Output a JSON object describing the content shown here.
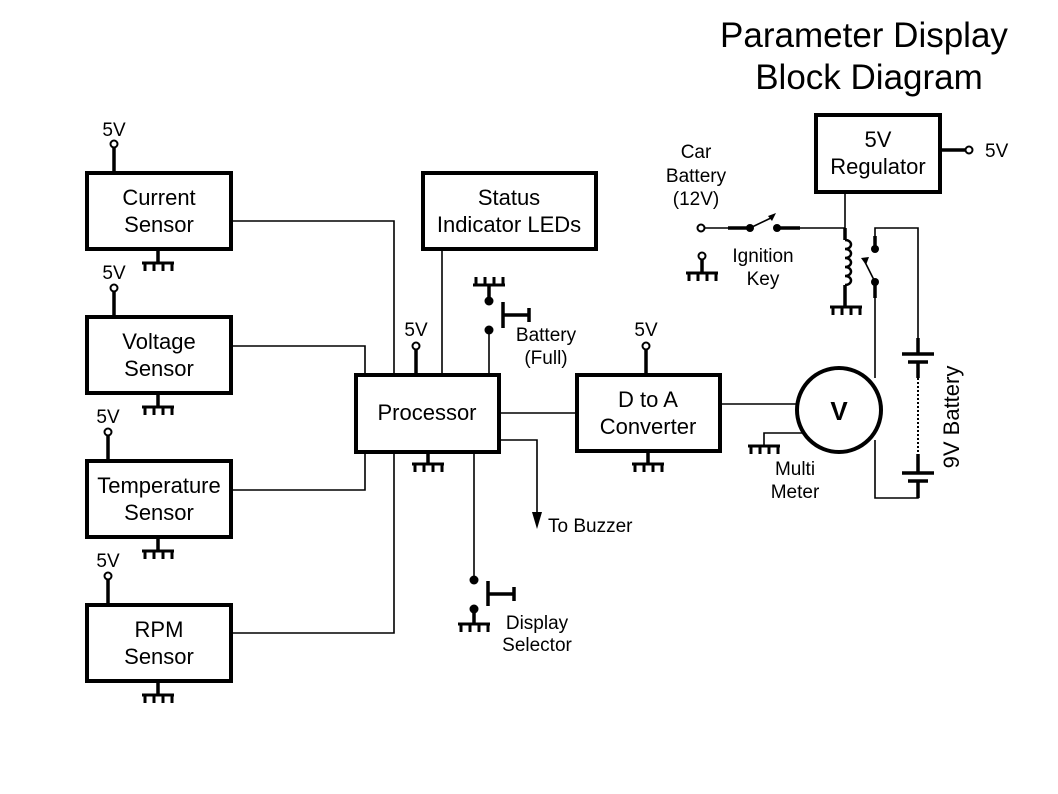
{
  "title": {
    "line1": "Parameter Display",
    "line2": "Block Diagram"
  },
  "blocks": {
    "current_sensor": [
      "Current",
      "Sensor"
    ],
    "voltage_sensor": [
      "Voltage",
      "Sensor"
    ],
    "temperature_sensor": [
      "Temperature",
      "Sensor"
    ],
    "rpm_sensor": [
      "RPM",
      "Sensor"
    ],
    "status_leds": [
      "Status",
      "Indicator LEDs"
    ],
    "processor": "Processor",
    "dac": [
      "D to A",
      "Converter"
    ],
    "regulator": [
      "5V",
      "Regulator"
    ]
  },
  "labels": {
    "supply": "5V",
    "regulator_output": "5V",
    "battery_full": [
      "Battery",
      "(Full)"
    ],
    "to_buzzer": "To Buzzer",
    "display_selector": [
      "Display",
      "Selector"
    ],
    "car_battery": [
      "Car",
      "Battery",
      "(12V)"
    ],
    "ignition_key": [
      "Ignition",
      "Key"
    ],
    "multimeter": [
      "Multi",
      "Meter"
    ],
    "meter_symbol": "V",
    "nine_volt_battery": "9V Battery"
  }
}
